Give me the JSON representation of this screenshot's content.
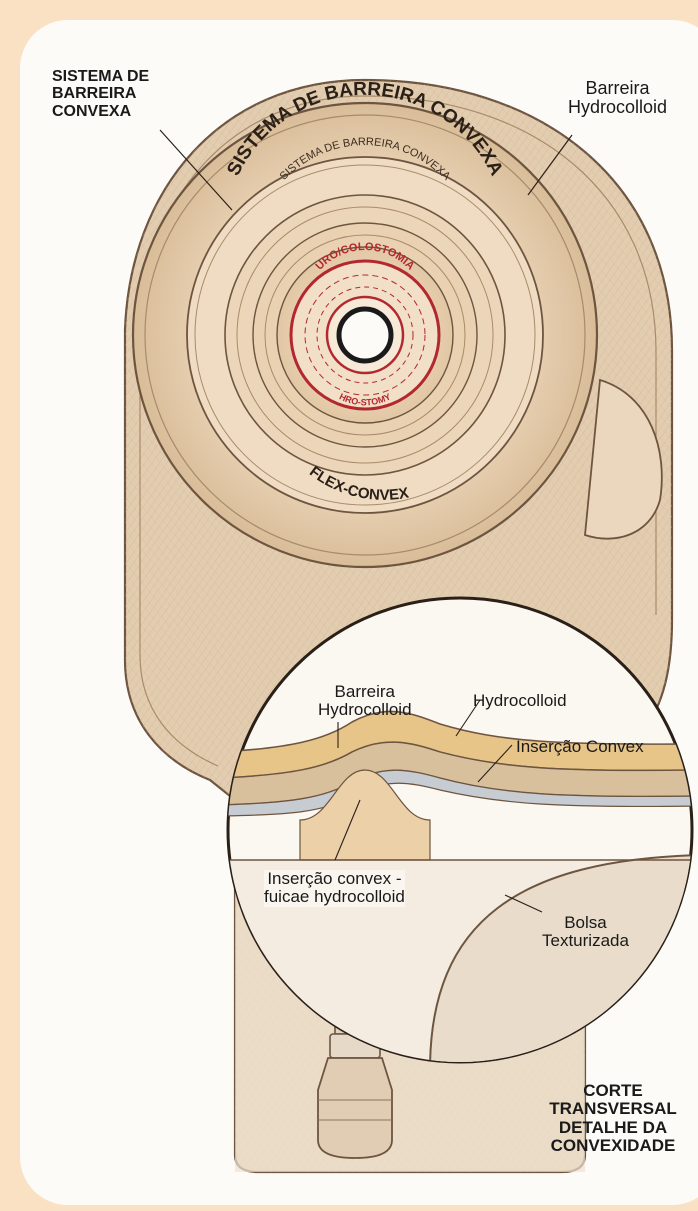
{
  "labels": {
    "sistema_top_left": "SISTEMA DE BARREIRA CONVEXA",
    "barreira_top_right_line1": "Barreira",
    "barreira_top_right_line2": "Hydrocolloid",
    "ring_outer_text": "SISTEMA DE BARREIRA CONVEXA",
    "ring_inner_text": "SISTEMA DE BARREIRA CONVEXA",
    "flex_convex": "FLEX-CONVEX",
    "center_top_text": "URO/COLOSTOMIA",
    "center_bottom_text": "HRO-STOMY",
    "detail_barreira_line1": "Barreira",
    "detail_barreira_line2": "Hydrocolloid",
    "detail_hydrocolloid": "Hydrocolloid",
    "detail_insercao_convex": "Inserção Convex",
    "detail_insercao_line1": "Inserção convex -",
    "detail_insercao_line2": "fuicae hydrocolloid",
    "detail_bolsa_line1": "Bolsa",
    "detail_bolsa_line2": "Texturizada",
    "corte_line1": "CORTE TRANSVERSAL",
    "corte_line2": "DETALHE DA",
    "corte_line3": "CONVEXIDADE"
  },
  "colors": {
    "background": "#fbe1c4",
    "card": "#fdfbf8",
    "pouch": "#e3cdb1",
    "barrier": "#ead4b8",
    "accent_red": "#b3282f",
    "outline": "#6d5540"
  }
}
